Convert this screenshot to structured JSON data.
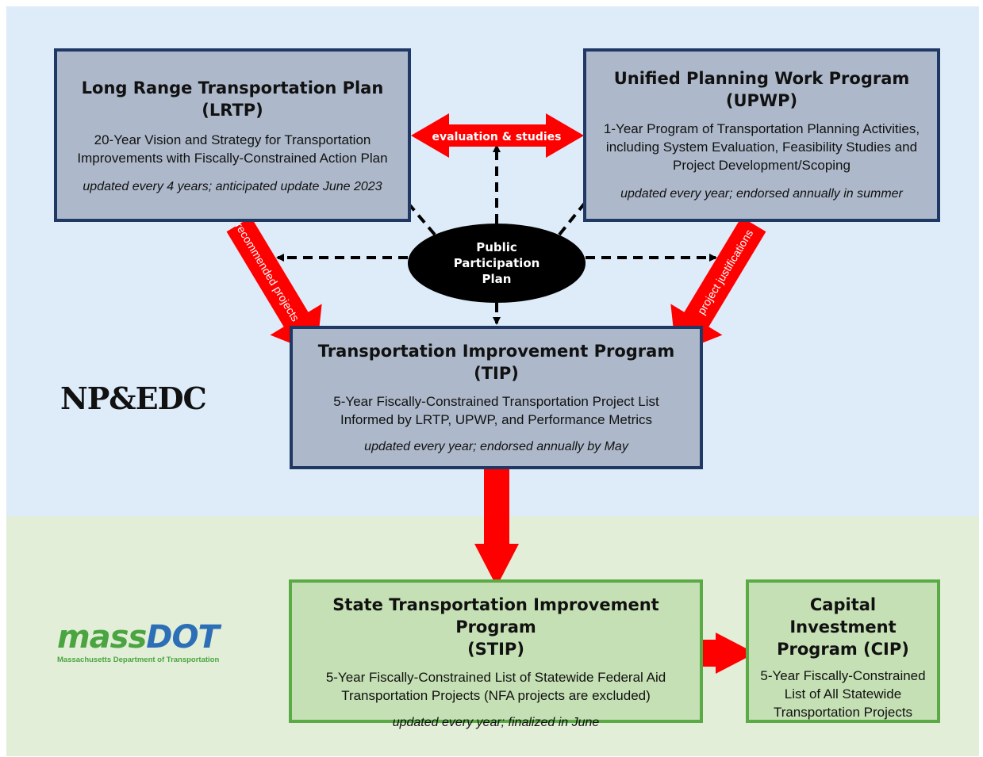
{
  "logos": {
    "np_edc": "NP&EDC",
    "massdot_mass": "mass",
    "massdot_dot": "DOT",
    "massdot_sub": "Massachusetts Department of Transportation"
  },
  "lrtp": {
    "title": "Long Range Transportation Plan",
    "abbr": "(LRTP)",
    "desc": "20-Year Vision and Strategy for Transportation Improvements with Fiscally-Constrained Action Plan",
    "note": "updated every 4 years; anticipated update June 2023"
  },
  "upwp": {
    "title": "Unified Planning Work Program",
    "abbr": "(UPWP)",
    "desc": "1-Year Program of Transportation Planning Activities, including System Evaluation, Feasibility Studies and Project Development/Scoping",
    "note": "updated every year; endorsed annually in summer"
  },
  "tip": {
    "title": "Transportation Improvement Program",
    "abbr": "(TIP)",
    "desc": "5-Year Fiscally-Constrained Transportation Project List Informed by LRTP, UPWP, and Performance Metrics",
    "note": "updated every year; endorsed annually by May"
  },
  "stip": {
    "title": "State Transportation Improvement Program",
    "abbr": "(STIP)",
    "desc": "5-Year Fiscally-Constrained List of Statewide Federal Aid Transportation Projects (NFA projects are excluded)",
    "note": "updated every year; finalized in June"
  },
  "cip": {
    "title": "Capital Investment Program (CIP)",
    "desc": "5-Year Fiscally-Constrained List of All Statewide Transportation Projects"
  },
  "ppp": {
    "line1": "Public",
    "line2": "Participation",
    "line3": "Plan"
  },
  "arrow_labels": {
    "evaluation": "evaluation & studies",
    "recommended": "recommended projects",
    "justifications": "project justifications"
  },
  "colors": {
    "arrow_red": "#ff0000",
    "blue_box_fill": "#adb9ca",
    "blue_box_border": "#1f3864",
    "green_box_fill": "#c5e0b4",
    "green_box_border": "#5aab46"
  }
}
